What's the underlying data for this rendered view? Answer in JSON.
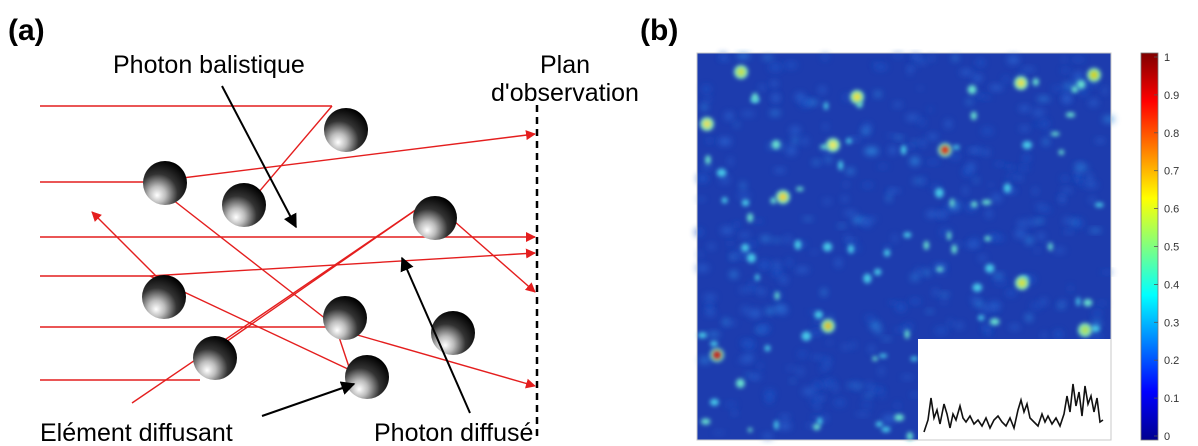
{
  "panel_a": {
    "label": "(a)",
    "ballistic_label": "Photon balistique",
    "plane_label_line1": "Plan",
    "plane_label_line2": "d'observation",
    "scatterer_label": "Elément diffusant",
    "scattered_label": "Photon diffusé"
  },
  "panel_b": {
    "label": "(b)",
    "colorbar_ticks": [
      "1",
      "0.9",
      "0.8",
      "0.7",
      "0.6",
      "0.5",
      "0.4",
      "0.3",
      "0.2",
      "0.1",
      "0"
    ]
  },
  "colors": {
    "ray": "#e41e1e",
    "arrow": "#000000",
    "heatmap_bg": "#1b3fb5"
  }
}
